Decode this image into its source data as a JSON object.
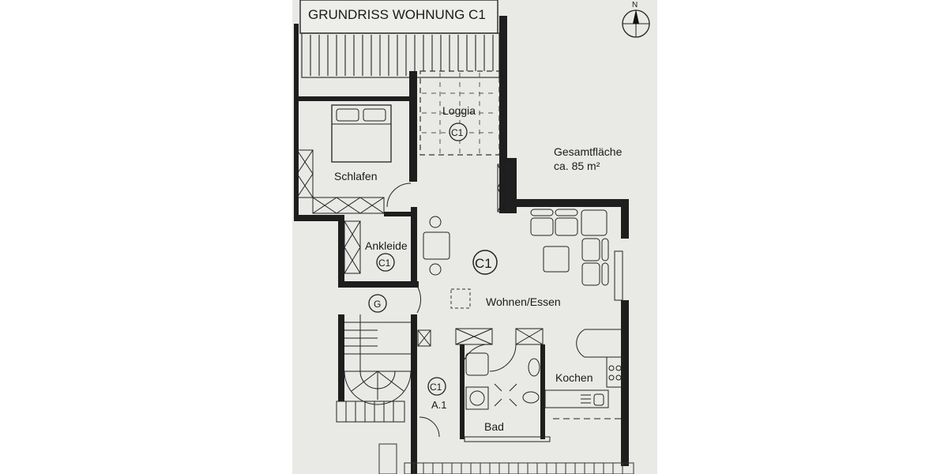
{
  "title": "GRUNDRISS WOHNUNG C1",
  "compass": {
    "label": "N"
  },
  "total_area": {
    "line1": "Gesamtfläche",
    "line2": "ca. 85 m²"
  },
  "rooms": [
    {
      "name": "Loggia",
      "tag": "C1"
    },
    {
      "name": "Schlafen",
      "tag": ""
    },
    {
      "name": "Ankleide",
      "tag": "C1"
    },
    {
      "name": "Wohnen/Essen",
      "tag": "C1"
    },
    {
      "name": "Kochen",
      "tag": ""
    },
    {
      "name": "Bad",
      "tag": ""
    },
    {
      "name": "A.1",
      "tag": "C1"
    },
    {
      "name": "",
      "tag": "G"
    }
  ],
  "colors": {
    "paper": "#e9e9e6",
    "wall": "#1e1e1e",
    "line": "#2a2a2a"
  }
}
